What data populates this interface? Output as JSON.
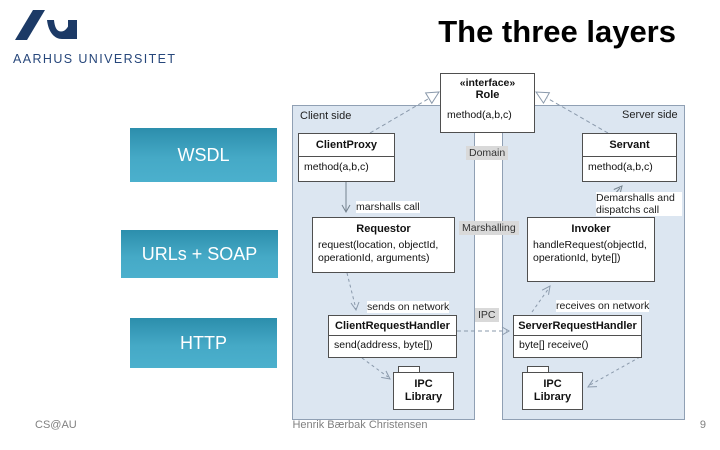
{
  "header": {
    "wordmark": "AARHUS UNIVERSITET",
    "title": "The three layers",
    "brand_color": "#1c3a66"
  },
  "layers": [
    {
      "label": "WSDL"
    },
    {
      "label": "URLs + SOAP"
    },
    {
      "label": "HTTP"
    }
  ],
  "layer_style": {
    "teal_top": "#2c8eac",
    "teal_bottom": "#4bb0cd",
    "text_color": "#ffffff"
  },
  "diagram": {
    "client_panel_label": "Client side",
    "server_panel_label": "Server side",
    "panel_color": "#dce6f1",
    "interface_box": {
      "stereotype": "«interface»",
      "name": "Role",
      "method": "method(a,b,c)"
    },
    "middle_labels": {
      "domain": "Domain",
      "marshalling": "Marshalling",
      "ipc": "IPC"
    },
    "boxes": {
      "client_proxy": {
        "title": "ClientProxy",
        "body": "method(a,b,c)"
      },
      "servant": {
        "title": "Servant",
        "body": "method(a,b,c)"
      },
      "requestor": {
        "title": "Requestor",
        "body": "request(location, objectId, operationId, arguments)"
      },
      "invoker": {
        "title": "Invoker",
        "body": "handleRequest(objectId, operationId, byte[])"
      },
      "client_request_handler": {
        "title": "ClientRequestHandler",
        "body": "send(address, byte[])"
      },
      "server_request_handler": {
        "title": "ServerRequestHandler",
        "body": "byte[] receive()"
      },
      "ipc_library_left": {
        "title": "IPC Library"
      },
      "ipc_library_right": {
        "title": "IPC Library"
      }
    },
    "annotations": {
      "marshalls_call": "marshalls call",
      "demarshalls": "Demarshalls and dispatchs call",
      "sends_on_network": "sends on network",
      "receives_on_network": "receives on network"
    }
  },
  "footer": {
    "left": "CS@AU",
    "center": "Henrik Bærbak Christensen",
    "page_number": "9"
  }
}
